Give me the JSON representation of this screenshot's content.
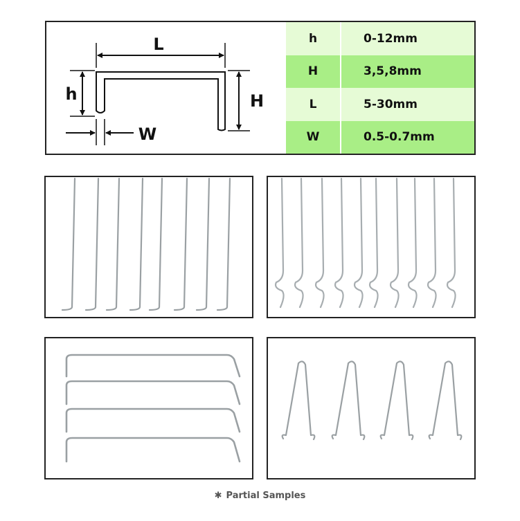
{
  "diagram": {
    "label_L": "L",
    "label_h": "h",
    "label_H": "H",
    "label_W": "W"
  },
  "specs": [
    {
      "key": "h",
      "value": "0-12mm"
    },
    {
      "key": "H",
      "value": "3,5,8mm"
    },
    {
      "key": "L",
      "value": "5-30mm"
    },
    {
      "key": "W",
      "value": "0.5-0.7mm"
    }
  ],
  "colors": {
    "row_light": "#e6fbd6",
    "row_dark": "#a9ee86",
    "wire": "#9aa0a3",
    "border": "#222222"
  },
  "footer": {
    "icon": "asterisk-icon",
    "text": "Partial Samples"
  }
}
